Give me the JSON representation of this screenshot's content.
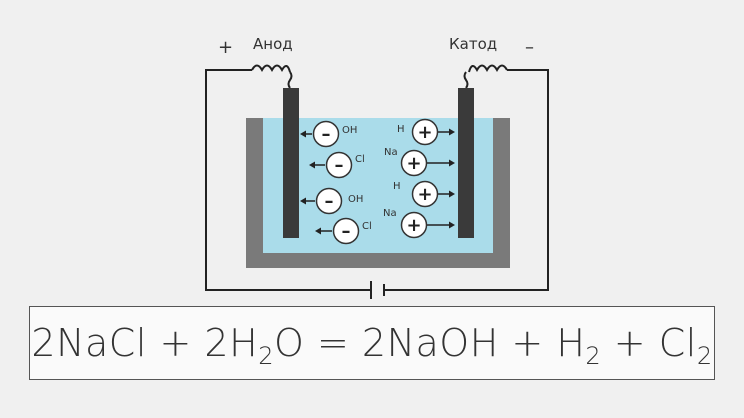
{
  "labels": {
    "anode": "Анод",
    "cathode": "Катод",
    "anode_sign": "+",
    "cathode_sign": "–"
  },
  "anions": [
    {
      "name": "OH",
      "sign": "–"
    },
    {
      "name": "Cl",
      "sign": "–"
    },
    {
      "name": "OH",
      "sign": "–"
    },
    {
      "name": "Cl",
      "sign": "–"
    }
  ],
  "cations": [
    {
      "name": "H",
      "sign": "+"
    },
    {
      "name": "Na",
      "sign": "+"
    },
    {
      "name": "H",
      "sign": "+"
    },
    {
      "name": "Na",
      "sign": "+"
    }
  ],
  "equation": {
    "left_1": "2NaCl",
    "plus_1": "+",
    "left_2_pre": "2H",
    "left_2_sub": "2",
    "left_2_post": "O",
    "equals": "=",
    "right_1": "2NaOH",
    "plus_2": "+",
    "right_2_pre": "H",
    "right_2_sub": "2",
    "plus_3": "+",
    "right_3_pre": "Cl",
    "right_3_sub": "2"
  },
  "colors": {
    "electrolyte": "#aadcea",
    "vessel": "#7a7a7a",
    "electrode": "#3a3a3a",
    "wire": "#222222"
  }
}
